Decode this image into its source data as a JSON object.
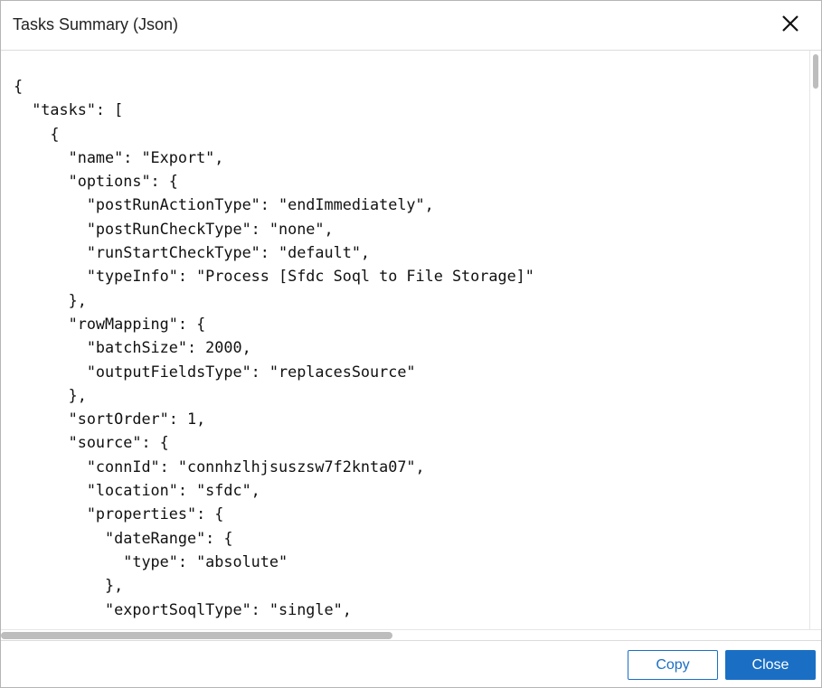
{
  "dialog": {
    "title": "Tasks Summary (Json)",
    "close_icon": "close-icon"
  },
  "json_lines": [
    "{",
    "  \"tasks\": [",
    "    {",
    "      \"name\": \"Export\",",
    "      \"options\": {",
    "        \"postRunActionType\": \"endImmediately\",",
    "        \"postRunCheckType\": \"none\",",
    "        \"runStartCheckType\": \"default\",",
    "        \"typeInfo\": \"Process [Sfdc Soql to File Storage]\"",
    "      },",
    "      \"rowMapping\": {",
    "        \"batchSize\": 2000,",
    "        \"outputFieldsType\": \"replacesSource\"",
    "      },",
    "      \"sortOrder\": 1,",
    "      \"source\": {",
    "        \"connId\": \"connhzlhjsuszsw7f2knta07\",",
    "        \"location\": \"sfdc\",",
    "        \"properties\": {",
    "          \"dateRange\": {",
    "            \"type\": \"absolute\"",
    "          },",
    "          \"exportSoqlType\": \"single\","
  ],
  "footer": {
    "copy_label": "Copy",
    "close_label": "Close"
  },
  "colors": {
    "accent": "#1a6fc4"
  }
}
